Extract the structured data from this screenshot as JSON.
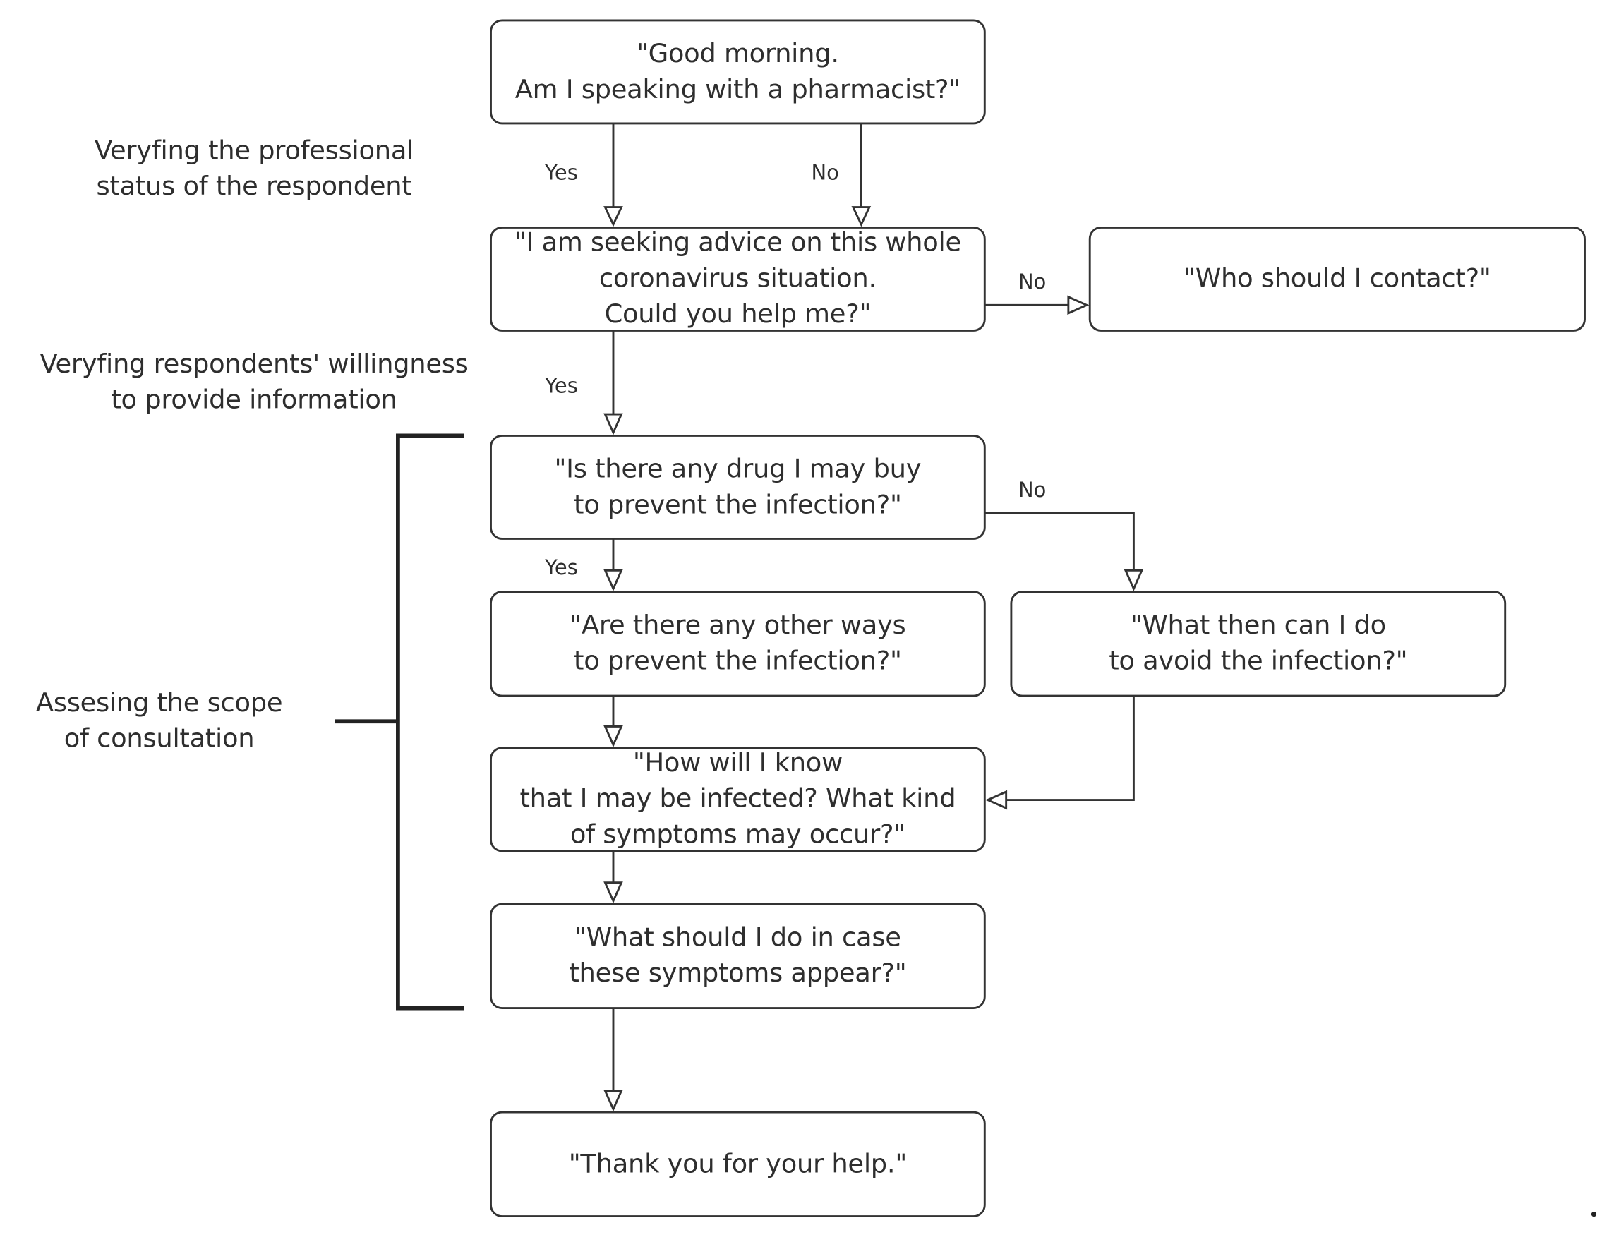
{
  "nodes": {
    "greeting": "\"Good morning.\nAm I speaking with a pharmacist?\"",
    "seeking_advice": "\"I am seeking advice on this whole\ncoronavirus situation.\nCould you help me?\"",
    "who_contact": "\"Who should I contact?\"",
    "drug_prevent": "\"Is there any drug I may buy\nto prevent the infection?\"",
    "other_ways": "\"Are there any other ways\nto prevent the infection?\"",
    "avoid_infection": "\"What then can I do\nto avoid the infection?\"",
    "symptoms": "\"How will I know\nthat I may be infected? What kind\nof symptoms may occur?\"",
    "what_do": "\"What should I do in case\nthese symptoms appear?\"",
    "thank_you": "\"Thank you for your help.\""
  },
  "edge_labels": {
    "greeting_yes": "Yes",
    "greeting_no": "No",
    "seeking_no": "No",
    "seeking_yes": "Yes",
    "drug_no": "No",
    "drug_yes": "Yes"
  },
  "side_labels": {
    "professional_status": "Veryfing the professional\nstatus of the respondent",
    "willingness": "Veryfing respondents' willingness\nto provide information",
    "scope": "Assesing the scope\nof consultation"
  },
  "colors": {
    "stroke": "#333333",
    "text": "#2e2e2e",
    "background": "#ffffff"
  }
}
